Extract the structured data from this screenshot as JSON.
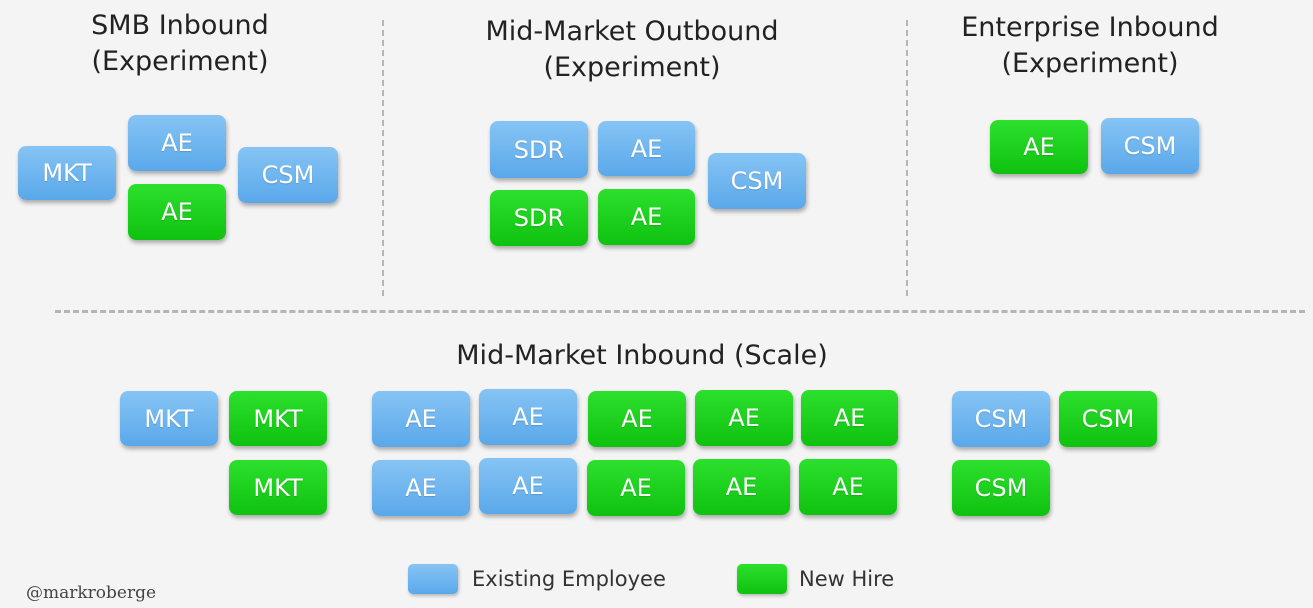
{
  "sections": {
    "smb_inbound": {
      "title": "SMB Inbound\n(Experiment)"
    },
    "mm_outbound": {
      "title": "Mid-Market Outbound\n(Experiment)"
    },
    "ent_inbound": {
      "title": "Enterprise Inbound\n(Experiment)"
    },
    "mm_inbound": {
      "title": "Mid-Market Inbound (Scale)"
    }
  },
  "boxes": [
    {
      "section": "smb_inbound",
      "label": "MKT",
      "kind": "existing"
    },
    {
      "section": "smb_inbound",
      "label": "AE",
      "kind": "existing"
    },
    {
      "section": "smb_inbound",
      "label": "AE",
      "kind": "new"
    },
    {
      "section": "smb_inbound",
      "label": "CSM",
      "kind": "existing"
    },
    {
      "section": "mm_outbound",
      "label": "SDR",
      "kind": "existing"
    },
    {
      "section": "mm_outbound",
      "label": "AE",
      "kind": "existing"
    },
    {
      "section": "mm_outbound",
      "label": "SDR",
      "kind": "new"
    },
    {
      "section": "mm_outbound",
      "label": "AE",
      "kind": "new"
    },
    {
      "section": "mm_outbound",
      "label": "CSM",
      "kind": "existing"
    },
    {
      "section": "ent_inbound",
      "label": "AE",
      "kind": "new"
    },
    {
      "section": "ent_inbound",
      "label": "CSM",
      "kind": "existing"
    },
    {
      "section": "mm_inbound",
      "label": "MKT",
      "kind": "existing"
    },
    {
      "section": "mm_inbound",
      "label": "MKT",
      "kind": "new"
    },
    {
      "section": "mm_inbound",
      "label": "MKT",
      "kind": "new"
    },
    {
      "section": "mm_inbound",
      "label": "AE",
      "kind": "existing"
    },
    {
      "section": "mm_inbound",
      "label": "AE",
      "kind": "existing"
    },
    {
      "section": "mm_inbound",
      "label": "AE",
      "kind": "new"
    },
    {
      "section": "mm_inbound",
      "label": "AE",
      "kind": "new"
    },
    {
      "section": "mm_inbound",
      "label": "AE",
      "kind": "new"
    },
    {
      "section": "mm_inbound",
      "label": "AE",
      "kind": "existing"
    },
    {
      "section": "mm_inbound",
      "label": "AE",
      "kind": "existing"
    },
    {
      "section": "mm_inbound",
      "label": "AE",
      "kind": "new"
    },
    {
      "section": "mm_inbound",
      "label": "AE",
      "kind": "new"
    },
    {
      "section": "mm_inbound",
      "label": "AE",
      "kind": "new"
    },
    {
      "section": "mm_inbound",
      "label": "CSM",
      "kind": "existing"
    },
    {
      "section": "mm_inbound",
      "label": "CSM",
      "kind": "new"
    },
    {
      "section": "mm_inbound",
      "label": "CSM",
      "kind": "new"
    }
  ],
  "legend": {
    "existing_label": "Existing Employee",
    "new_label": "New Hire"
  },
  "colors": {
    "existing": "#6db6ef",
    "new": "#1dd21d"
  },
  "credit": "@markroberge"
}
